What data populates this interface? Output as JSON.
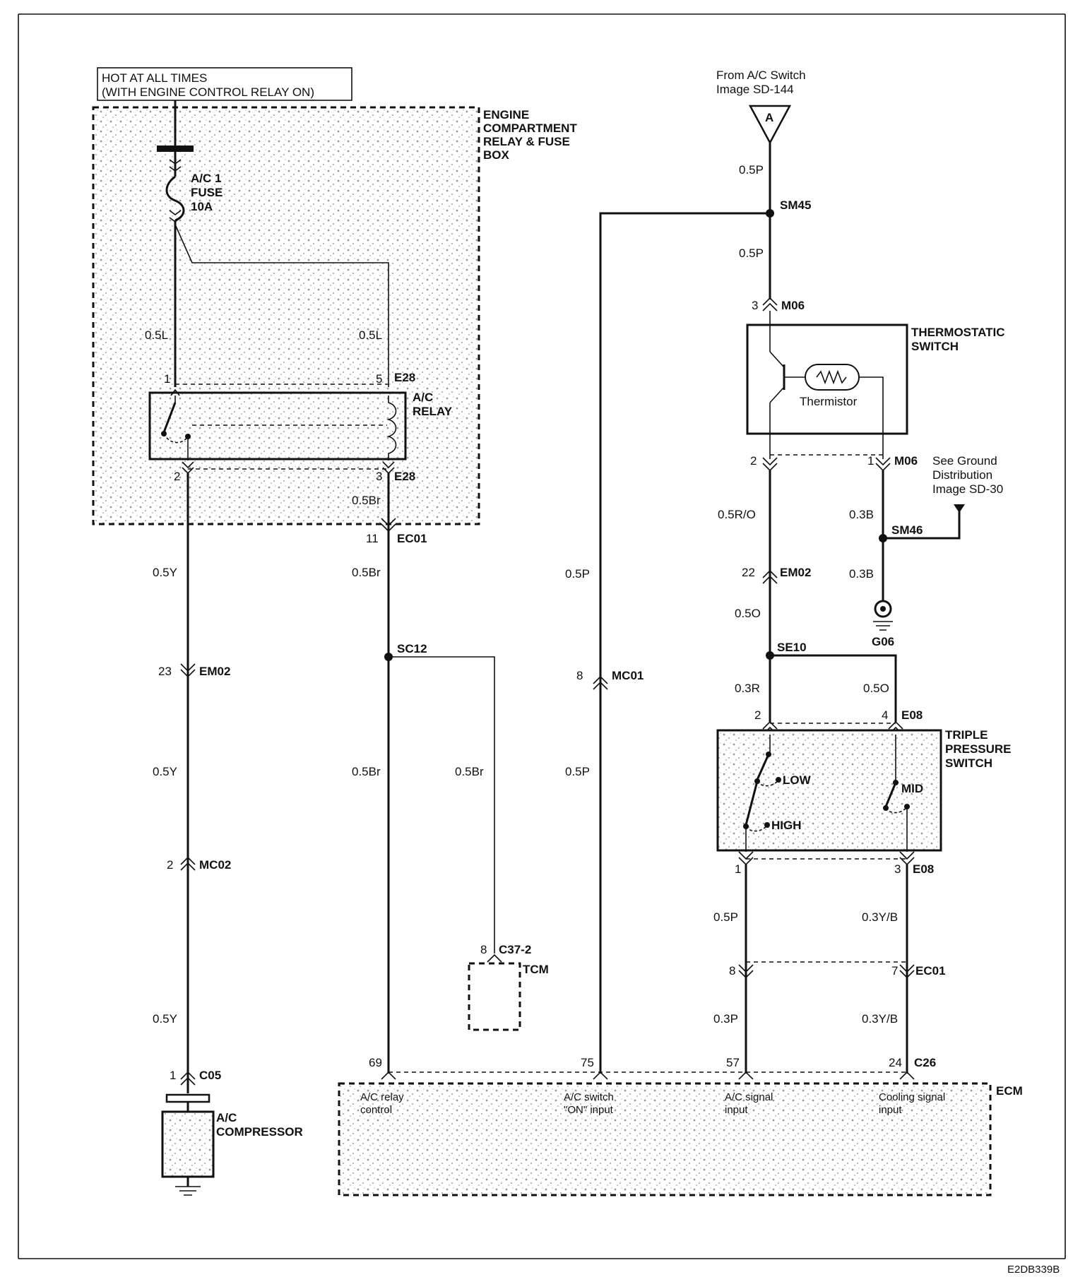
{
  "colors": {
    "line": "#111111",
    "shade": "#d4d4d4",
    "background": "#ffffff"
  },
  "supply": {
    "line1": "HOT AT ALL TIMES",
    "line2": "(WITH ENGINE CONTROL RELAY ON)"
  },
  "fuse_box": {
    "l1": "ENGINE",
    "l2": "COMPARTMENT",
    "l3": "RELAY & FUSE",
    "l4": "BOX"
  },
  "fuse": {
    "l1": "A/C 1",
    "l2": "FUSE",
    "l3": "10A"
  },
  "relay": {
    "l1": "A/C",
    "l2": "RELAY"
  },
  "from_switch": {
    "l1": "From A/C Switch",
    "l2": "Image SD-144",
    "letter": "A"
  },
  "thermo": {
    "l1": "THERMOSTATIC",
    "l2": "SWITCH",
    "thermistor": "Thermistor"
  },
  "ground_dist": {
    "l1": "See Ground",
    "l2": "Distribution",
    "l3": "Image SD-30"
  },
  "triple": {
    "l1": "TRIPLE",
    "l2": "PRESSURE",
    "l3": "SWITCH",
    "low": "LOW",
    "high": "HIGH",
    "mid": "MID"
  },
  "compressor": {
    "l1": "A/C",
    "l2": "COMPRESSOR"
  },
  "tcm": "TCM",
  "ecm": {
    "name": "ECM",
    "relay_ctrl_1": "A/C relay",
    "relay_ctrl_2": "control",
    "switch_on_1": "A/C switch",
    "switch_on_2": "\"ON\" input",
    "signal_1": "A/C signal",
    "signal_2": "input",
    "cooling_1": "Cooling signal",
    "cooling_2": "input"
  },
  "wires": {
    "w05L_a": "0.5L",
    "w05L_b": "0.5L",
    "w05Br_a": "0.5Br",
    "w05Br_b": "0.5Br",
    "w05Br_c": "0.5Br",
    "w05Br_d": "0.5Br",
    "w05Y_a": "0.5Y",
    "w05Y_b": "0.5Y",
    "w05Y_c": "0.5Y",
    "w05P_a": "0.5P",
    "w05P_b": "0.5P",
    "w05P_c": "0.5P",
    "w05P_d": "0.5P",
    "w05P_e": "0.5P",
    "w05RO": "0.5R/O",
    "w03B_a": "0.3B",
    "w03B_b": "0.3B",
    "w05O_a": "0.5O",
    "w05O_b": "0.5O",
    "w03R": "0.3R",
    "w03YB_a": "0.3Y/B",
    "w03YB_b": "0.3Y/B",
    "w03P": "0.3P"
  },
  "connectors": {
    "E28_a": "E28",
    "E28_b": "E28",
    "EC01_a": "EC01",
    "EC01_b": "EC01",
    "EM02_a": "EM02",
    "EM02_b": "EM02",
    "MC02": "MC02",
    "C05": "C05",
    "MC01": "MC01",
    "SC12": "SC12",
    "C37_2": "C37-2",
    "SM45": "SM45",
    "M06_a": "M06",
    "M06_b": "M06",
    "SM46": "SM46",
    "G06": "G06",
    "SE10": "SE10",
    "E08_a": "E08",
    "E08_b": "E08",
    "C26": "C26"
  },
  "pins": {
    "p1": "1",
    "p5": "5",
    "p2": "2",
    "p3": "3",
    "p11": "11",
    "p23": "23",
    "p2b": "2",
    "p1b": "1",
    "p8": "8",
    "p8b": "8",
    "p3c": "3",
    "p2c": "2",
    "p1c": "1",
    "p22": "22",
    "p2d": "2",
    "p4": "4",
    "p1d": "1",
    "p3d": "3",
    "p8c": "8",
    "p7": "7",
    "p69": "69",
    "p75": "75",
    "p57": "57",
    "p24": "24"
  },
  "image_id": "E2DB339B"
}
